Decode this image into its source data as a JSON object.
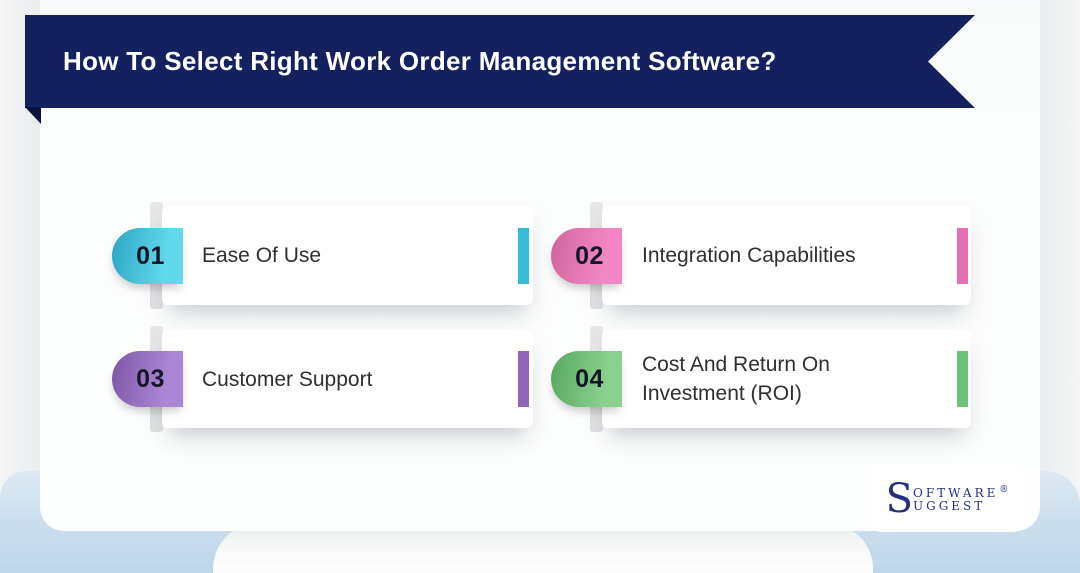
{
  "banner": {
    "title": "How To Select Right Work Order Management Software?",
    "bg_color": "#15205f",
    "fold_color": "#0b1240"
  },
  "cards": [
    {
      "number": "01",
      "label": "Ease Of Use",
      "gradient_from": "#2ba6c4",
      "gradient_to": "#62d8ec",
      "accent": "#38bdd8"
    },
    {
      "number": "02",
      "label": "Integration Capabilities",
      "gradient_from": "#d0659d",
      "gradient_to": "#f287c3",
      "accent": "#e470b1"
    },
    {
      "number": "03",
      "label": "Customer Support",
      "gradient_from": "#7d57a5",
      "gradient_to": "#aa86d4",
      "accent": "#8f66b9"
    },
    {
      "number": "04",
      "label": "Cost And Return On Investment (ROI)",
      "gradient_from": "#57a761",
      "gradient_to": "#89d18d",
      "accent": "#6ec275"
    }
  ],
  "logo": {
    "initial": "S",
    "word1": "OFTWARE",
    "registered": "®",
    "word2": "UGGEST",
    "color": "#25317d"
  },
  "background": {
    "blue": "#cadded",
    "panel": "#fdfefe"
  }
}
